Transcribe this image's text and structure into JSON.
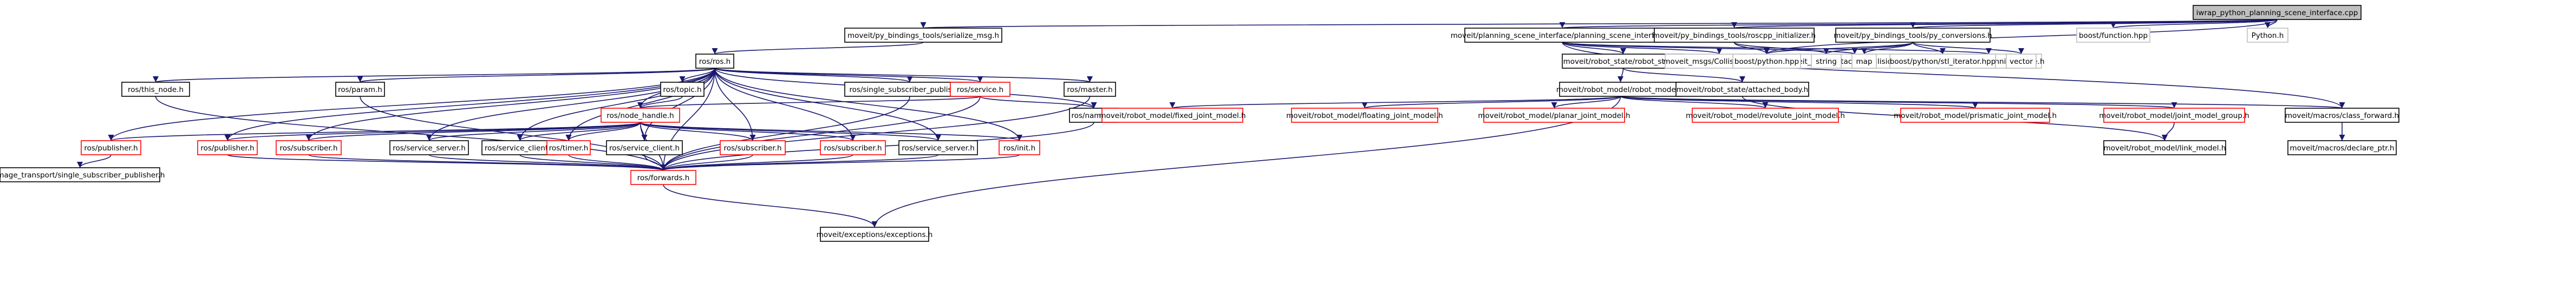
{
  "colors": {
    "root_fill": "#bfbfbf",
    "normal_fill": "#ffffff",
    "normal_stroke": "#000000",
    "red_stroke": "#ff0000",
    "dim_stroke": "#bfbfbf",
    "edge": "#191970"
  },
  "nodes": {
    "root": {
      "label": "iwrap_python_planning_scene_interface.cpp",
      "style": "root"
    },
    "serialize_msg": {
      "label": "moveit/py_bindings_tools/serialize_msg.h",
      "style": "normal"
    },
    "psi": {
      "label": "moveit/planning_scene_interface/planning_scene_interface.h",
      "style": "normal"
    },
    "roscpp_init": {
      "label": "moveit/py_bindings_tools/roscpp_initializer.h",
      "style": "normal"
    },
    "pyconv": {
      "label": "moveit/py_bindings_tools/py_conversions.h",
      "style": "normal"
    },
    "boost_function": {
      "label": "boost/function.hpp",
      "style": "dim"
    },
    "python_h": {
      "label": "Python.h",
      "style": "dim"
    },
    "ros_ros": {
      "label": "ros/ros.h",
      "style": "normal"
    },
    "robot_state": {
      "label": "moveit/robot_state/robot_state.h",
      "style": "normal"
    },
    "collision_obj": {
      "label": "moveit_msgs/CollisionObject.h",
      "style": "dim"
    },
    "attached_co": {
      "label": "moveit_msgs/AttachedCollisionObject.h",
      "style": "dim"
    },
    "planning_scene_msg": {
      "label": "moveit_msgs/PlanningScene.h",
      "style": "dim"
    },
    "boost_python": {
      "label": "boost/python.hpp",
      "style": "dim"
    },
    "string": {
      "label": "string",
      "style": "dim"
    },
    "map": {
      "label": "map",
      "style": "dim"
    },
    "stl_iterator": {
      "label": "boost/python/stl_iterator.hpp",
      "style": "dim"
    },
    "vector": {
      "label": "vector",
      "style": "dim"
    },
    "robot_model": {
      "label": "moveit/robot_model/robot_model.h",
      "style": "normal"
    },
    "attached_body": {
      "label": "moveit/robot_state/attached_body.h",
      "style": "normal"
    },
    "this_node": {
      "label": "ros/this_node.h",
      "style": "normal"
    },
    "param": {
      "label": "ros/param.h",
      "style": "normal"
    },
    "topic": {
      "label": "ros/topic.h",
      "style": "normal"
    },
    "single_sub_pub": {
      "label": "ros/single_subscriber_publisher.h",
      "style": "normal"
    },
    "service": {
      "label": "ros/service.h",
      "style": "red"
    },
    "master": {
      "label": "ros/master.h",
      "style": "normal"
    },
    "names": {
      "label": "ros/names.h",
      "style": "normal"
    },
    "node_handle": {
      "label": "ros/node_handle.h",
      "style": "red"
    },
    "fixed_joint": {
      "label": "moveit/robot_model/fixed_joint_model.h",
      "style": "red"
    },
    "floating_joint": {
      "label": "moveit/robot_model/floating_joint_model.h",
      "style": "red"
    },
    "planar_joint": {
      "label": "moveit/robot_model/planar_joint_model.h",
      "style": "red"
    },
    "revolute_joint": {
      "label": "moveit/robot_model/revolute_joint_model.h",
      "style": "red"
    },
    "prismatic_joint": {
      "label": "moveit/robot_model/prismatic_joint_model.h",
      "style": "red"
    },
    "joint_group": {
      "label": "moveit/robot_model/joint_model_group.h",
      "style": "red"
    },
    "class_forward": {
      "label": "moveit/macros/class_forward.h",
      "style": "normal"
    },
    "publisher_a": {
      "label": "ros/publisher.h",
      "style": "red"
    },
    "publisher_b": {
      "label": "ros/publisher.h",
      "style": "red"
    },
    "subscriber_a": {
      "label": "ros/subscriber.h",
      "style": "red"
    },
    "service_server_a": {
      "label": "ros/service_server.h",
      "style": "normal"
    },
    "service_client_a": {
      "label": "ros/service_client.h",
      "style": "normal"
    },
    "timer": {
      "label": "ros/timer.h",
      "style": "red"
    },
    "service_client_b": {
      "label": "ros/service_client.h",
      "style": "normal"
    },
    "subscriber_b": {
      "label": "ros/subscriber.h",
      "style": "red"
    },
    "subscriber_c": {
      "label": "ros/subscriber.h",
      "style": "red"
    },
    "service_server_b": {
      "label": "ros/service_server.h",
      "style": "normal"
    },
    "init": {
      "label": "ros/init.h",
      "style": "red"
    },
    "link_model": {
      "label": "moveit/robot_model/link_model.h",
      "style": "normal"
    },
    "declare_ptr": {
      "label": "moveit/macros/declare_ptr.h",
      "style": "normal"
    },
    "image_transport": {
      "label": "image_transport/single_subscriber_publisher.h",
      "style": "normal"
    },
    "forwards": {
      "label": "ros/forwards.h",
      "style": "red"
    },
    "exceptions": {
      "label": "moveit/exceptions/exceptions.h",
      "style": "normal"
    }
  },
  "edges": [
    [
      "root",
      "serialize_msg"
    ],
    [
      "root",
      "psi"
    ],
    [
      "root",
      "roscpp_init"
    ],
    [
      "root",
      "pyconv"
    ],
    [
      "root",
      "boost_function"
    ],
    [
      "root",
      "python_h"
    ],
    [
      "root",
      "boost_python"
    ],
    [
      "serialize_msg",
      "ros_ros"
    ],
    [
      "psi",
      "robot_state"
    ],
    [
      "psi",
      "collision_obj"
    ],
    [
      "psi",
      "attached_co"
    ],
    [
      "psi",
      "planning_scene_msg"
    ],
    [
      "psi",
      "class_forward"
    ],
    [
      "roscpp_init",
      "boost_python"
    ],
    [
      "roscpp_init",
      "string"
    ],
    [
      "pyconv",
      "boost_python"
    ],
    [
      "pyconv",
      "string"
    ],
    [
      "pyconv",
      "map"
    ],
    [
      "pyconv",
      "stl_iterator"
    ],
    [
      "pyconv",
      "vector"
    ],
    [
      "robot_state",
      "robot_model"
    ],
    [
      "robot_state",
      "attached_body"
    ],
    [
      "ros_ros",
      "this_node"
    ],
    [
      "ros_ros",
      "param"
    ],
    [
      "ros_ros",
      "topic"
    ],
    [
      "ros_ros",
      "single_sub_pub"
    ],
    [
      "ros_ros",
      "service"
    ],
    [
      "ros_ros",
      "master"
    ],
    [
      "ros_ros",
      "names"
    ],
    [
      "ros_ros",
      "node_handle"
    ],
    [
      "ros_ros",
      "publisher_a"
    ],
    [
      "ros_ros",
      "publisher_b"
    ],
    [
      "ros_ros",
      "subscriber_a"
    ],
    [
      "ros_ros",
      "service_server_a"
    ],
    [
      "ros_ros",
      "service_client_a"
    ],
    [
      "ros_ros",
      "timer"
    ],
    [
      "ros_ros",
      "service_client_b"
    ],
    [
      "ros_ros",
      "subscriber_b"
    ],
    [
      "ros_ros",
      "subscriber_c"
    ],
    [
      "ros_ros",
      "service_server_b"
    ],
    [
      "ros_ros",
      "init"
    ],
    [
      "ros_ros",
      "forwards"
    ],
    [
      "topic",
      "node_handle"
    ],
    [
      "single_sub_pub",
      "forwards"
    ],
    [
      "service",
      "node_handle"
    ],
    [
      "service",
      "names"
    ],
    [
      "service",
      "forwards"
    ],
    [
      "master",
      "forwards"
    ],
    [
      "names",
      "forwards"
    ],
    [
      "param",
      "forwards"
    ],
    [
      "this_node",
      "forwards"
    ],
    [
      "node_handle",
      "publisher_a"
    ],
    [
      "node_handle",
      "publisher_b"
    ],
    [
      "node_handle",
      "subscriber_a"
    ],
    [
      "node_handle",
      "service_server_a"
    ],
    [
      "node_handle",
      "service_client_a"
    ],
    [
      "node_handle",
      "timer"
    ],
    [
      "node_handle",
      "service_client_b"
    ],
    [
      "node_handle",
      "subscriber_b"
    ],
    [
      "node_handle",
      "subscriber_c"
    ],
    [
      "node_handle",
      "service_server_b"
    ],
    [
      "node_handle",
      "init"
    ],
    [
      "node_handle",
      "forwards"
    ],
    [
      "publisher_a",
      "image_transport"
    ],
    [
      "publisher_b",
      "forwards"
    ],
    [
      "subscriber_a",
      "forwards"
    ],
    [
      "service_server_a",
      "forwards"
    ],
    [
      "service_client_a",
      "forwards"
    ],
    [
      "timer",
      "forwards"
    ],
    [
      "service_client_b",
      "forwards"
    ],
    [
      "subscriber_b",
      "forwards"
    ],
    [
      "subscriber_c",
      "forwards"
    ],
    [
      "service_server_b",
      "forwards"
    ],
    [
      "init",
      "forwards"
    ],
    [
      "robot_model",
      "fixed_joint"
    ],
    [
      "robot_model",
      "floating_joint"
    ],
    [
      "robot_model",
      "planar_joint"
    ],
    [
      "robot_model",
      "revolute_joint"
    ],
    [
      "robot_model",
      "prismatic_joint"
    ],
    [
      "robot_model",
      "joint_group"
    ],
    [
      "robot_model",
      "class_forward"
    ],
    [
      "robot_model",
      "exceptions"
    ],
    [
      "attached_body",
      "link_model"
    ],
    [
      "joint_group",
      "link_model"
    ],
    [
      "class_forward",
      "declare_ptr"
    ],
    [
      "forwards",
      "exceptions"
    ]
  ]
}
